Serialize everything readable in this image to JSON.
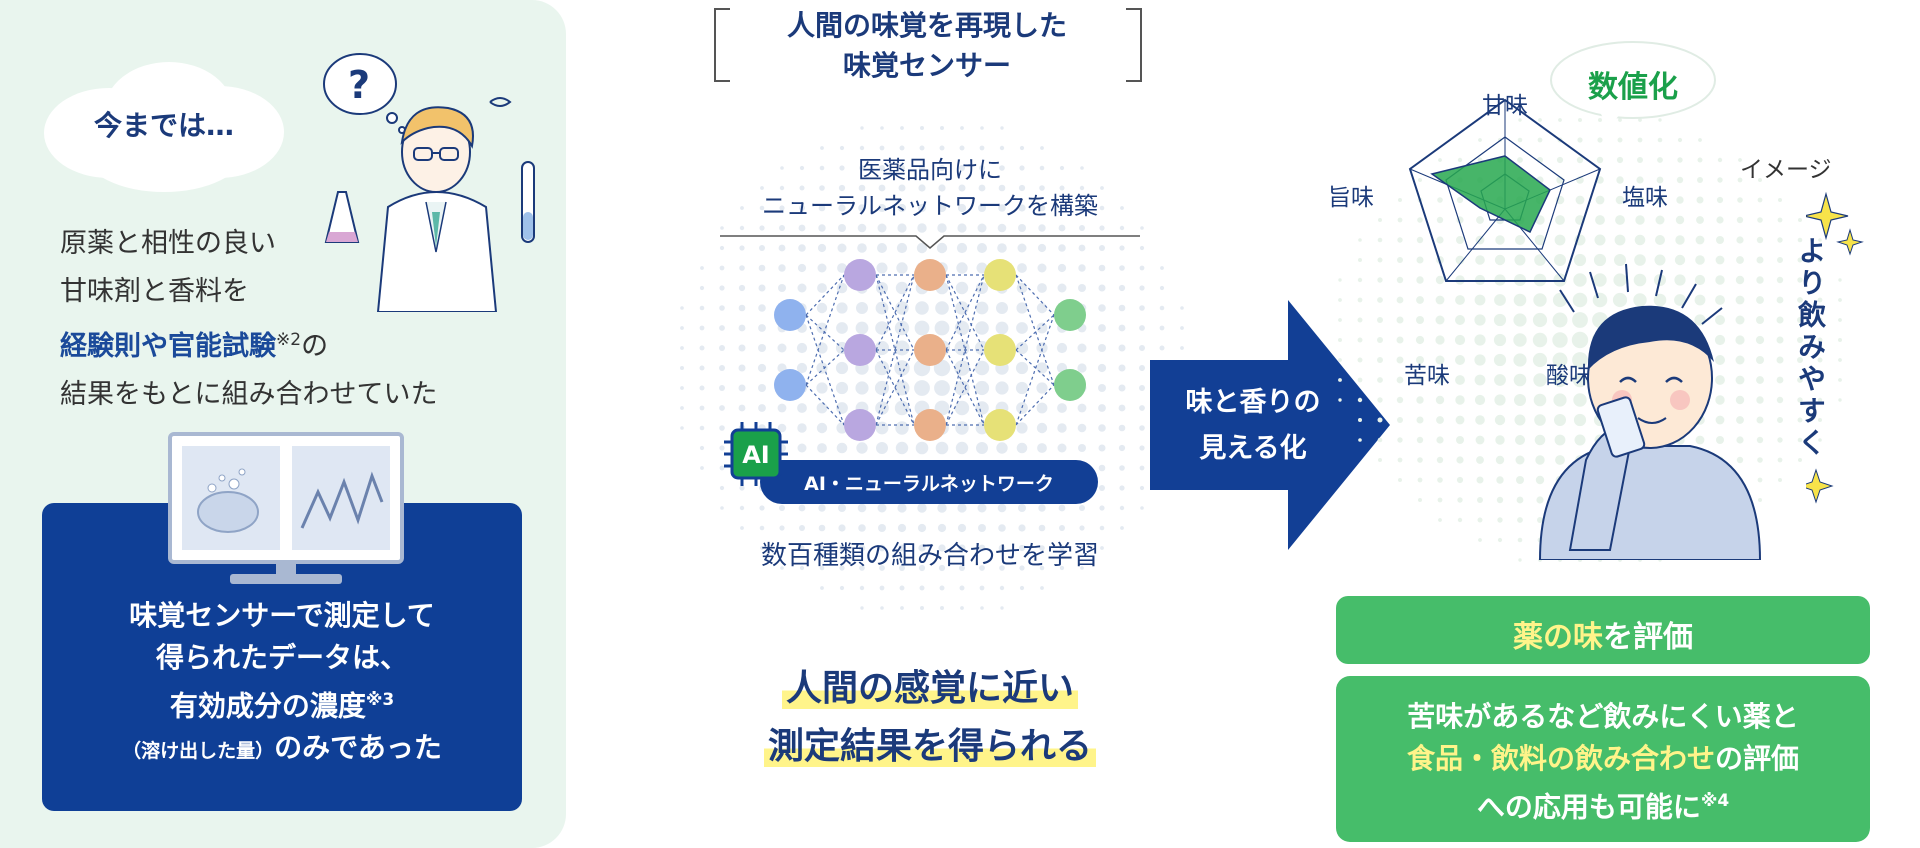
{
  "colors": {
    "navy": "#0f3f96",
    "green": "#46bd6a",
    "highlight": "#fff48a",
    "left_bg": "#e9f5ee"
  },
  "left": {
    "bubble": "今までは…",
    "past_line1": "原薬と相性の良い",
    "past_line2": "甘味剤と香料を",
    "past_emph": "経験則や官能試験",
    "past_note": "※2",
    "past_after": "の",
    "past_line4": "結果をもとに組み合わせていた",
    "box_line1": "味覚センサーで測定して",
    "box_line2": "得られたデータは、",
    "box_line3": "有効成分の濃度",
    "box_note3": "※3",
    "box_line4_small": "（溶け出した量）",
    "box_line4": "のみであった",
    "icons": [
      "scientist-illustration",
      "question-bubble-icon",
      "monitor-icon",
      "effervescent-tablet-icon",
      "line-graph-icon"
    ]
  },
  "middle": {
    "sensor_title_1": "人間の味覚を再現した",
    "sensor_title_2": "味覚センサー",
    "nn_caption_1": "医薬品向けに",
    "nn_caption_2": "ニューラルネットワークを構築",
    "ai_chip": "AI",
    "ai_pill": "AI・ニューラルネットワーク",
    "learn": "数百種類の組み合わせを学習",
    "result_1": "人間の感覚に近い",
    "result_2": "測定結果を得られる"
  },
  "arrow": {
    "line1": "味と香りの",
    "line2": "見える化"
  },
  "right": {
    "numeric_bubble": "数値化",
    "image_label": "イメージ",
    "axes": [
      "甘味",
      "塩味",
      "酸味",
      "苦味",
      "旨味"
    ],
    "easier": "より飲みやすく",
    "eval_emph": "薬の味",
    "eval_rest": "を評価",
    "app_line1": "苦味があるなど飲みにくい薬と",
    "app_line2_emph": "食品・飲料の飲み合わせ",
    "app_line2_rest": "の評価",
    "app_line3": "への応用も可能に",
    "app_note": "※4"
  }
}
